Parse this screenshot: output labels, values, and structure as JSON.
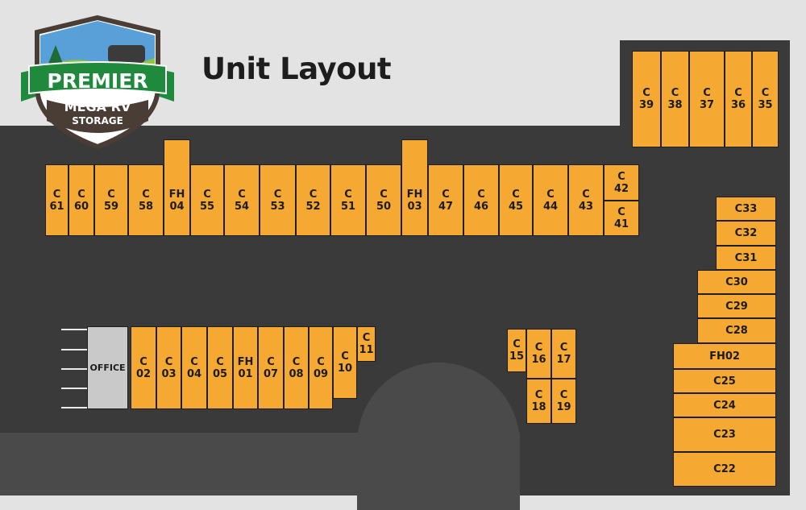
{
  "title": "Unit Layout",
  "logo": {
    "line1": "PREMIER",
    "line2": "MEGA RV",
    "line3": "STORAGE",
    "green": "#1f8a3c",
    "dark": "#4a3d36"
  },
  "colors": {
    "unit": "#f5a832",
    "office": "#c9c9c9",
    "ground": "#3a3a3b",
    "background": "#e3e3e3"
  },
  "office_label": "OFFICE",
  "units": {
    "c61": "C\n61",
    "c60": "C\n60",
    "c59": "C\n59",
    "c58": "C\n58",
    "fh04": "FH\n04",
    "c55": "C\n55",
    "c54": "C\n54",
    "c53": "C\n53",
    "c52": "C\n52",
    "c51": "C\n51",
    "c50": "C\n50",
    "fh03": "FH\n03",
    "c47": "C\n47",
    "c46": "C\n46",
    "c45": "C\n45",
    "c44": "C\n44",
    "c43": "C\n43",
    "c42": "C\n42",
    "c41": "C\n41",
    "c39": "C\n39",
    "c38": "C\n38",
    "c37": "C\n37",
    "c36": "C\n36",
    "c35": "C\n35",
    "c33": "C33",
    "c32": "C32",
    "c31": "C31",
    "c30": "C30",
    "c29": "C29",
    "c28": "C28",
    "fh02": "FH02",
    "c25": "C25",
    "c24": "C24",
    "c23": "C23",
    "c22": "C22",
    "c02": "C\n02",
    "c03": "C\n03",
    "c04": "C\n04",
    "c05": "C\n05",
    "fh01": "FH\n01",
    "c07": "C\n07",
    "c08": "C\n08",
    "c09": "C\n09",
    "c10": "C\n10",
    "c11": "C\n11",
    "c15": "C\n15",
    "c16": "C\n16",
    "c17": "C\n17",
    "c18": "C\n18",
    "c19": "C\n19"
  }
}
